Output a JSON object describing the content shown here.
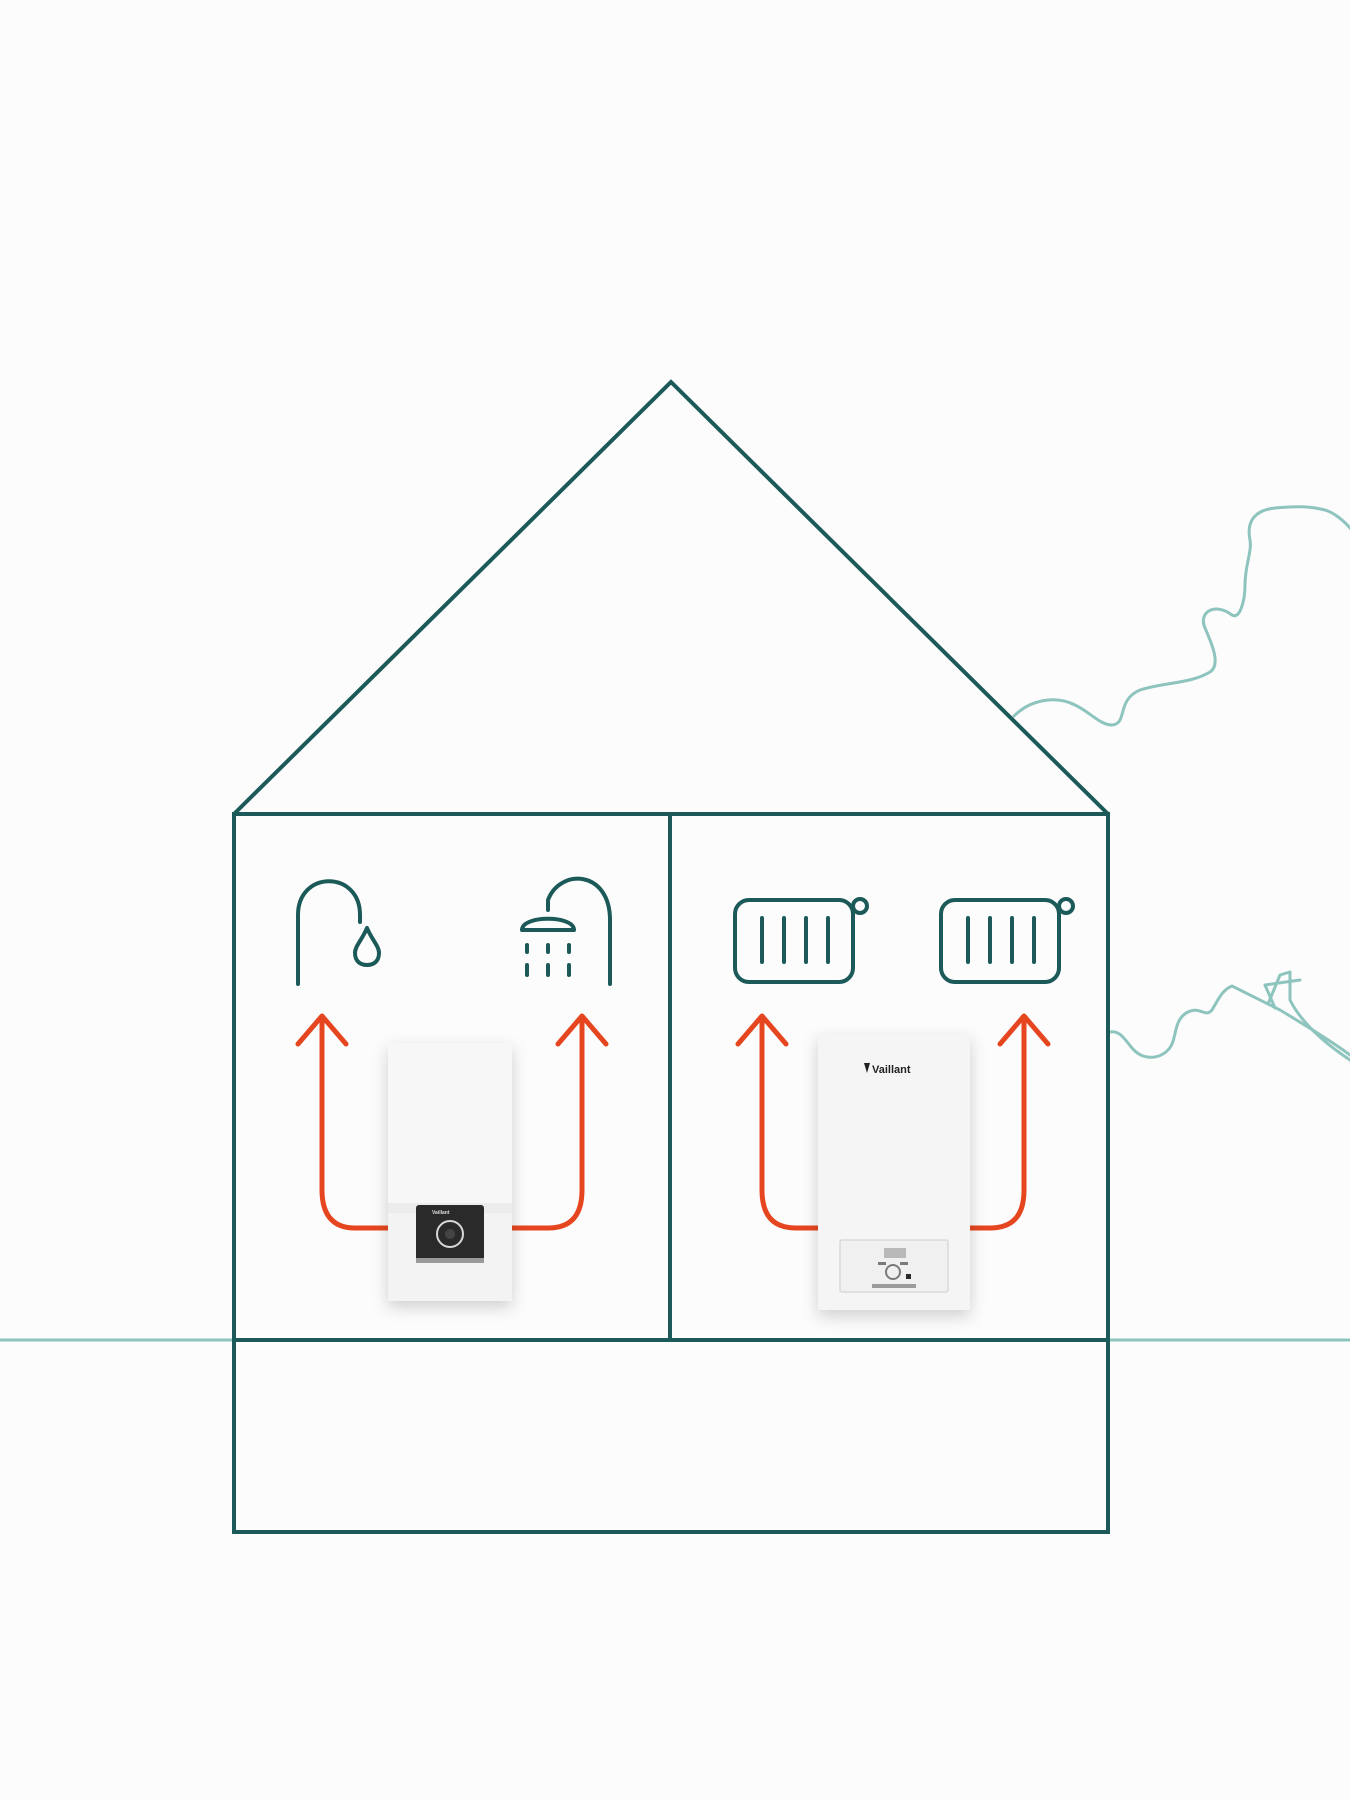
{
  "colors": {
    "background": "#fcfcfc",
    "house_outline": "#1b5a59",
    "landscape_line": "#8ec4be",
    "flow_arrow": "#e6461f",
    "appliance_body": "#f4f4f4",
    "appliance_panel": "#2a2a2a"
  },
  "sections": {
    "hot_water": {
      "icons": [
        "tap-icon",
        "shower-icon"
      ],
      "appliance": "electric-instantaneous-water-heater"
    },
    "heating": {
      "icons": [
        "radiator-icon",
        "radiator-icon"
      ],
      "appliance": "electric-boiler"
    }
  },
  "brand": {
    "boiler_logo": "Vaillant",
    "heater_logo": "Vaillant"
  }
}
